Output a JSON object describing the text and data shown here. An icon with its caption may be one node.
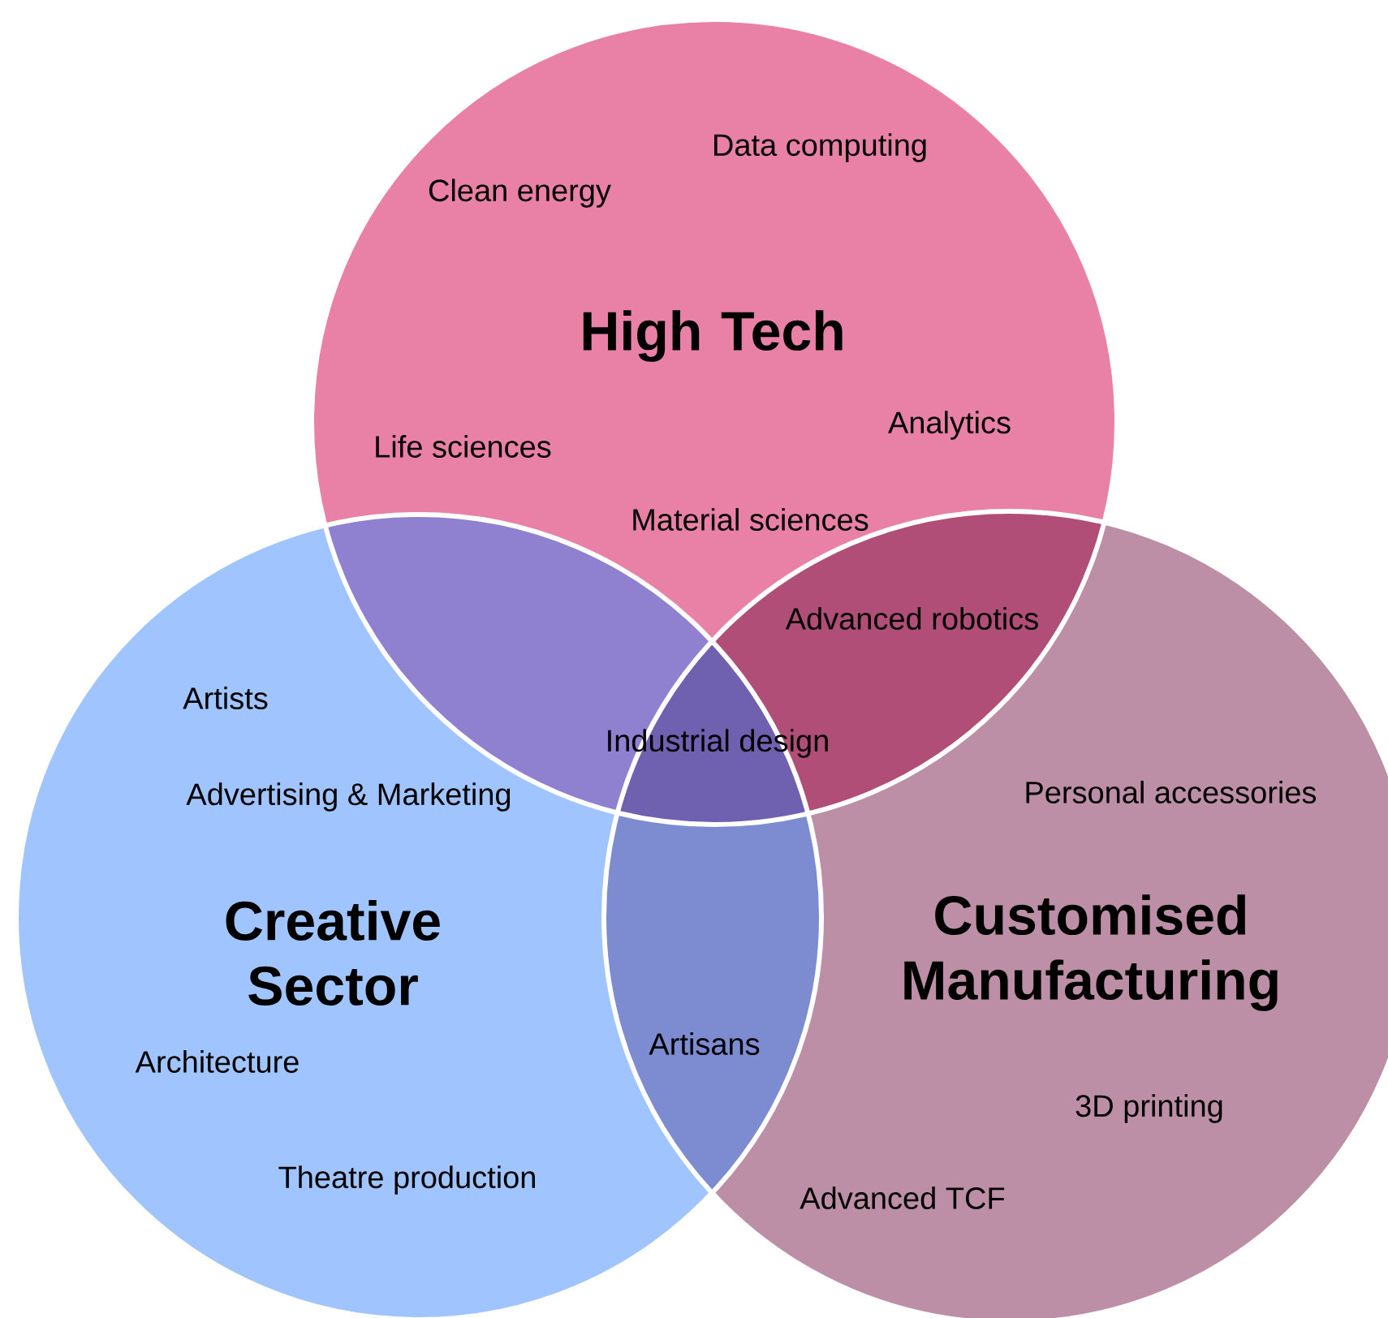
{
  "diagram": {
    "nodes": [
      {
        "text": [
          "High Tech"
        ]
      },
      {
        "text": [
          "Creative Sector"
        ]
      },
      {
        "text": [
          "Customised Manufacturing"
        ]
      }
    ],
    "labels": [
      "Data computing",
      "Clean energy",
      "Analytics",
      "Life sciences",
      "Material sciences",
      "Advanced robotics",
      "Artists",
      "Industrial design",
      "Advertising & Marketing",
      "Personal accessories",
      "Artisans",
      "Architecture",
      "3D printing",
      "Theatre production",
      "Advanced TCF"
    ]
  }
}
